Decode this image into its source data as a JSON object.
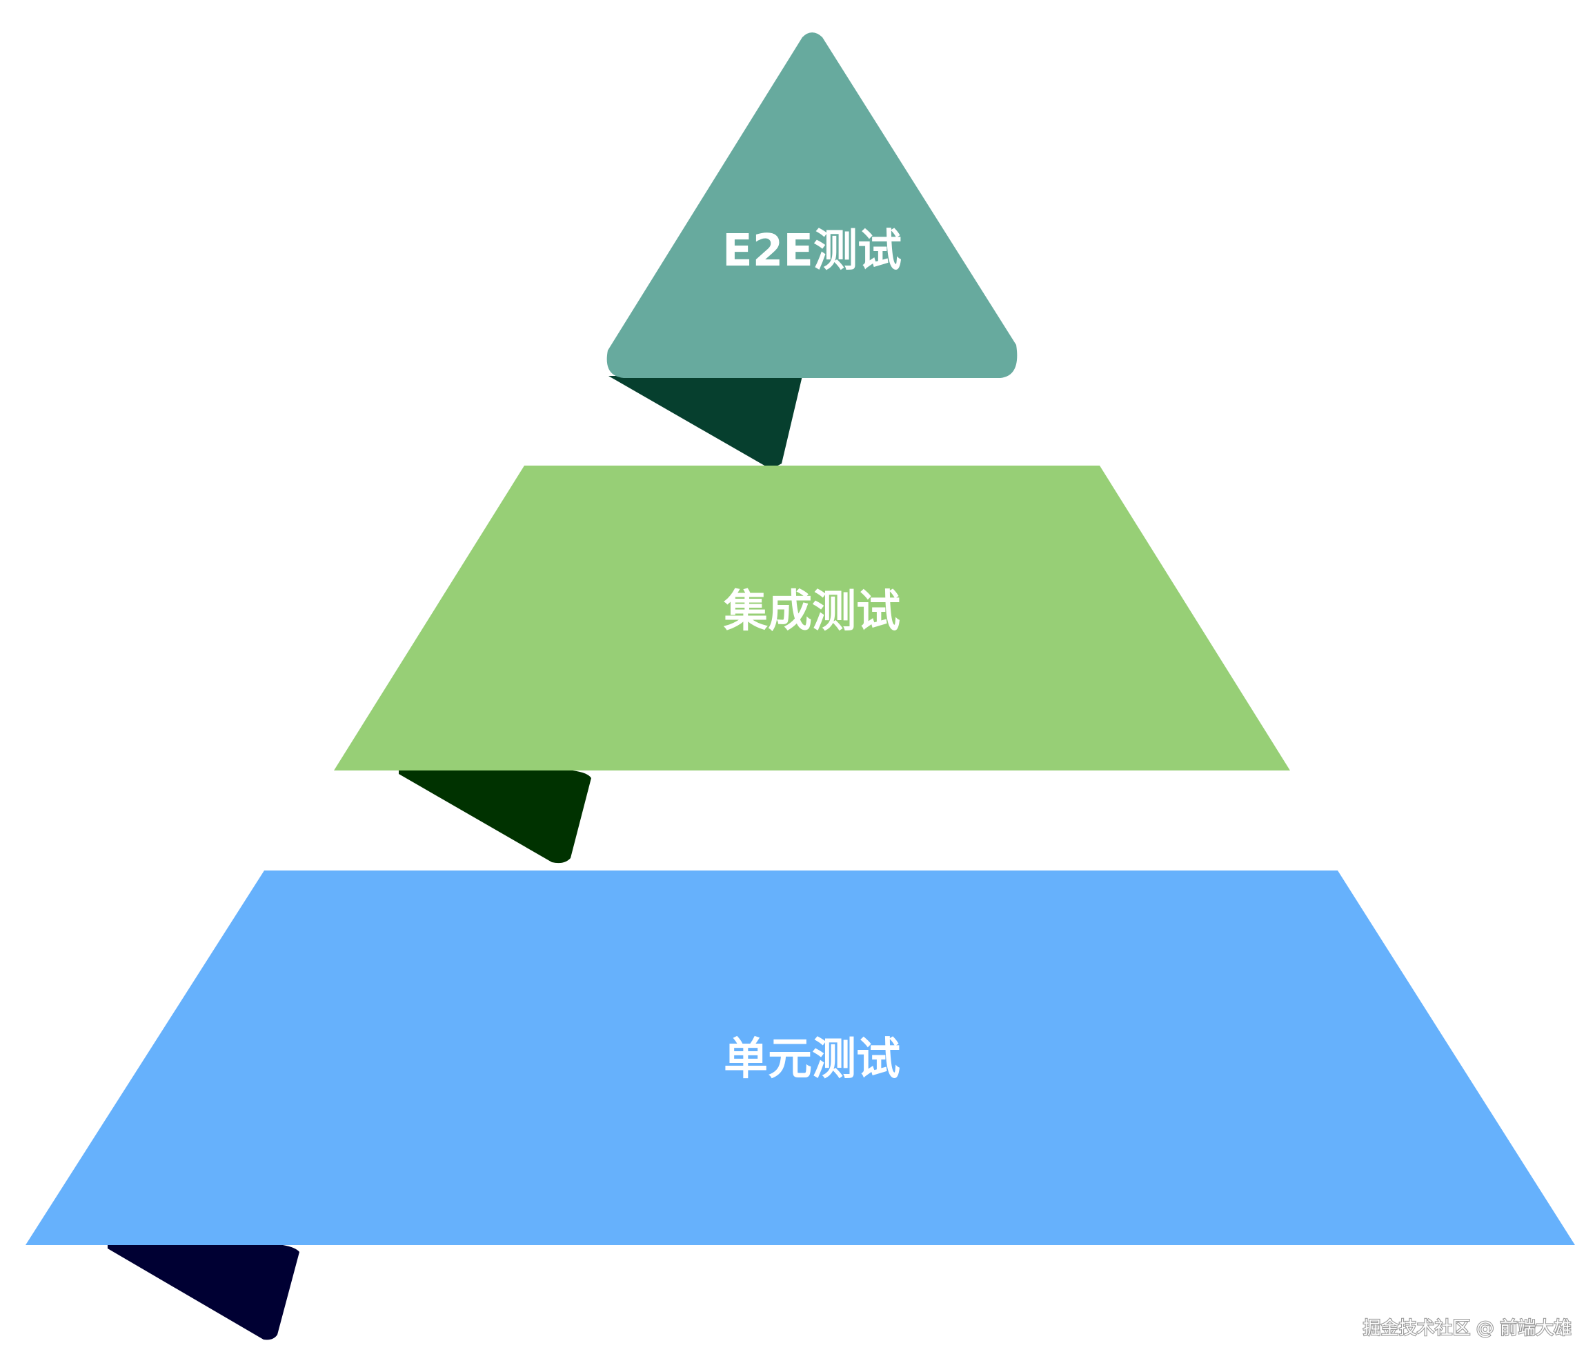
{
  "tiers": [
    {
      "label": "E2E测试",
      "color": "#67aa9e",
      "fold_color": "#063f2e"
    },
    {
      "label": "集成测试",
      "color": "#97cf76",
      "fold_color": "#003200"
    },
    {
      "label": "单元测试",
      "color": "#66b1fc",
      "fold_color": "#000033"
    }
  ],
  "watermark": "掘金技术社区 @ 前端大雄"
}
